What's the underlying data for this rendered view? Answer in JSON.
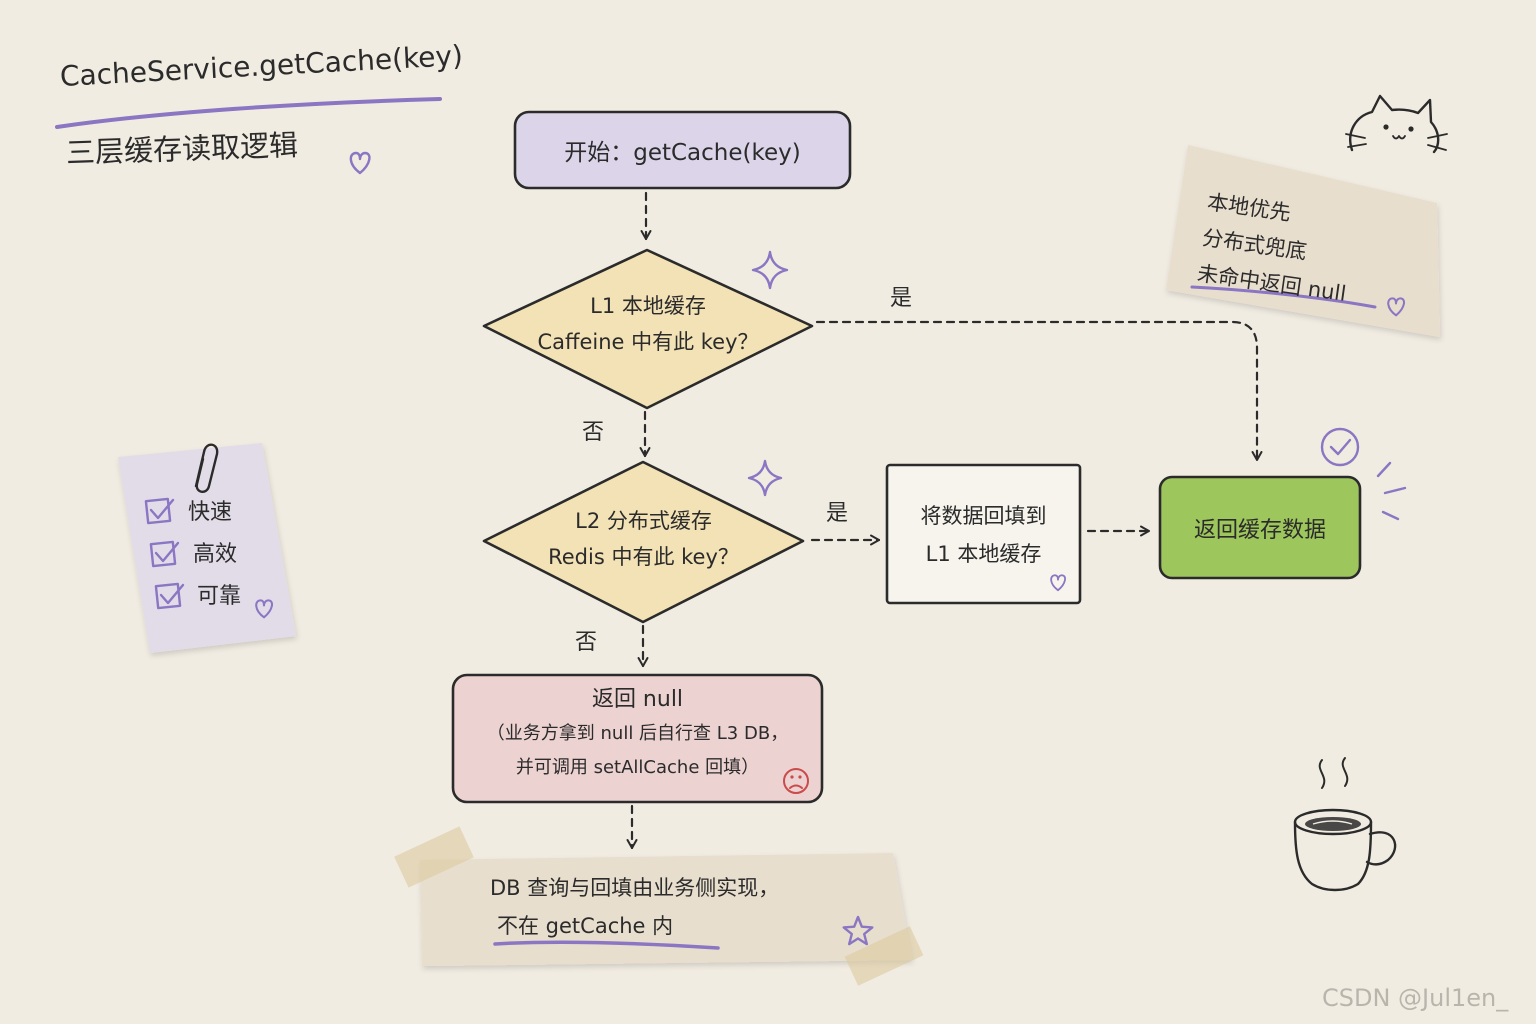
{
  "title": "CacheService.getCache(key)",
  "subtitle": "三层缓存读取逻辑",
  "flow": {
    "start": "开始：getCache(key)",
    "l1_decision": {
      "line1": "L1 本地缓存",
      "line2": "Caffeine 中有此 key？"
    },
    "l1_yes_label": "是",
    "l1_no_label": "否",
    "l2_decision": {
      "line1": "L2 分布式缓存",
      "line2": "Redis 中有此 key？"
    },
    "l2_yes_label": "是",
    "l2_no_label": "否",
    "backfill": {
      "line1": "将数据回填到",
      "line2": "L1 本地缓存"
    },
    "return_cache": "返回缓存数据",
    "return_null": {
      "line1": "返回 null",
      "line2": "（业务方拿到 null 后自行查 L3 DB，",
      "line3": "并可调用 setAllCache 回填）"
    }
  },
  "bottom_note": {
    "line1": "DB 查询与回填由业务侧实现，",
    "line2": "不在 getCache 内"
  },
  "side_note": {
    "line1": "本地优先",
    "line2": "分布式兜底",
    "line3": "未命中返回 null"
  },
  "checklist": {
    "items": [
      {
        "label": "快速",
        "checked": true
      },
      {
        "label": "高效",
        "checked": true
      },
      {
        "label": "可靠",
        "checked": true
      }
    ]
  },
  "watermark": "CSDN @Jul1en_",
  "icons": [
    "heart-icon",
    "sparkle-icon",
    "check-circle-icon",
    "sad-face-icon",
    "star-icon",
    "cat-icon",
    "paperclip-icon",
    "checkbox-icon",
    "coffee-cup-icon"
  ],
  "colors": {
    "background": "#f1ece2",
    "ink": "#2b2b2b",
    "accent": "#8a76c2",
    "start_fill": "#dcd5ea",
    "decision_fill": "#f3e2b6",
    "process_fill": "#f7f4ee",
    "success_fill": "#9dc65c",
    "null_fill": "#ecd2d0",
    "note_paper": "#e8dece",
    "checklist_card": "#e2dce8",
    "tape": "#dccaa0",
    "sad_face": "#c94b4b",
    "watermark": "#b9b5ad"
  }
}
